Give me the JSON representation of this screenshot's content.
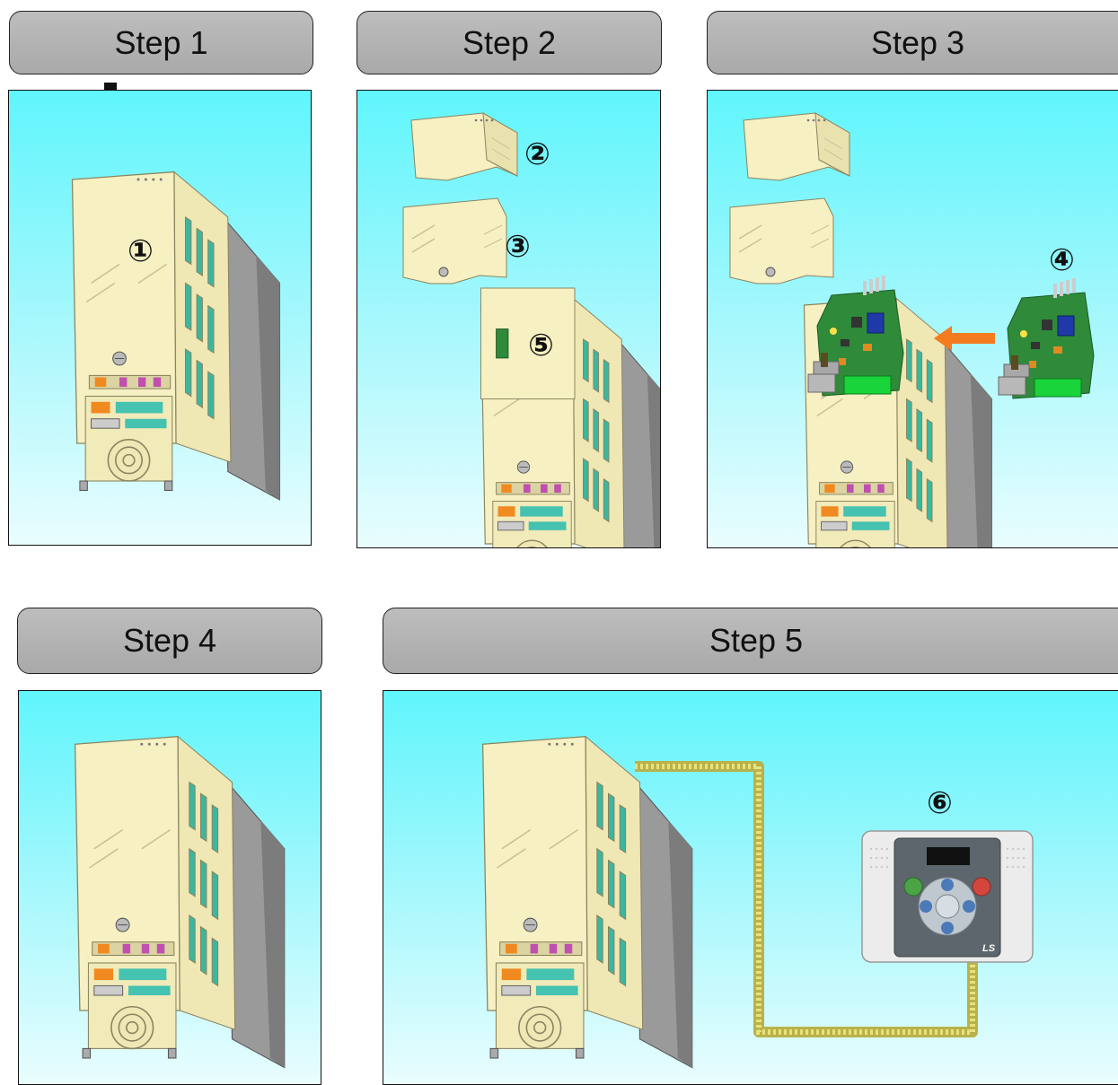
{
  "steps": [
    {
      "label": "Step 1"
    },
    {
      "label": "Step 2"
    },
    {
      "label": "Step 3"
    },
    {
      "label": "Step 4"
    },
    {
      "label": "Step 5"
    }
  ],
  "callouts": {
    "c1": "①",
    "c2": "②",
    "c3": "③",
    "c4": "④",
    "c5": "⑤",
    "c6": "⑥"
  },
  "colors": {
    "housing": "#f6f0c2",
    "housing_dark": "#d8d09b",
    "pcb": "#2f8a3a",
    "arrow": "#f47c20",
    "cable": "#c3bd57",
    "panel_top": "#5ff6fc"
  }
}
